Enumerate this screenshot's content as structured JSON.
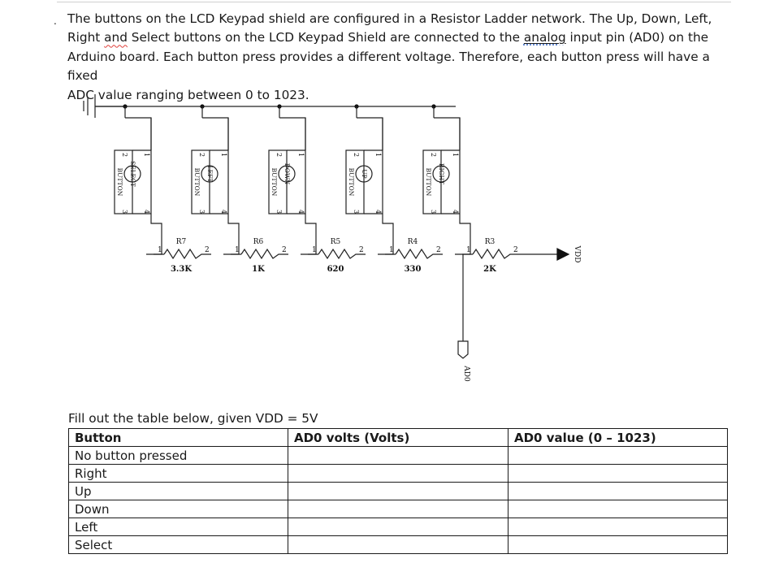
{
  "intro": {
    "bullet": ".",
    "s1": "The buttons on the LCD Keypad shield are configured in a Resistor Ladder network.  The Up, Down, Left,",
    "s2a": "Right ",
    "s2b": "and",
    "s2c": " Select buttons on the LCD Keypad Shield are connected to the ",
    "s2d": "analog",
    "s2e": " input pin (AD0) on the",
    "s3": "Arduino board. Each button press provides a different voltage. Therefore, each button press will have a fixed",
    "s4": "ADC value ranging between 0 to 1023."
  },
  "schematic": {
    "buttons": [
      {
        "name": "SELECT",
        "part": "BUTTON",
        "pins": [
          "2",
          "1",
          "3",
          "4"
        ]
      },
      {
        "name": "LEFT",
        "part": "BUTTON",
        "pins": [
          "2",
          "1",
          "3",
          "4"
        ]
      },
      {
        "name": "DOWN",
        "part": "BUTTON",
        "pins": [
          "2",
          "1",
          "3",
          "4"
        ]
      },
      {
        "name": "UP",
        "part": "BUTTON",
        "pins": [
          "2",
          "1",
          "3",
          "4"
        ]
      },
      {
        "name": "RIGHT",
        "part": "BUTTON",
        "pins": [
          "2",
          "1",
          "3",
          "4"
        ]
      }
    ],
    "resistors": [
      {
        "ref": "R7",
        "value": "3.3K",
        "pin1": "1",
        "pin2": "2"
      },
      {
        "ref": "R6",
        "value": "1K",
        "pin1": "1",
        "pin2": "2"
      },
      {
        "ref": "R5",
        "value": "620",
        "pin1": "1",
        "pin2": "2"
      },
      {
        "ref": "R4",
        "value": "330",
        "pin1": "1",
        "pin2": "2"
      },
      {
        "ref": "R3",
        "value": "2K",
        "pin1": "1",
        "pin2": "2"
      }
    ],
    "vdd_label": "VDD",
    "adc_label": "AD0"
  },
  "caption": "Fill out the table below, given VDD = 5V",
  "table": {
    "headers": [
      "Button",
      "AD0 volts (Volts)",
      "AD0 value (0 – 1023)"
    ],
    "rows": [
      [
        "No button pressed",
        "",
        ""
      ],
      [
        "Right",
        "",
        ""
      ],
      [
        "Up",
        "",
        ""
      ],
      [
        "Down",
        "",
        ""
      ],
      [
        "Left",
        "",
        ""
      ],
      [
        "Select",
        "",
        ""
      ]
    ]
  }
}
